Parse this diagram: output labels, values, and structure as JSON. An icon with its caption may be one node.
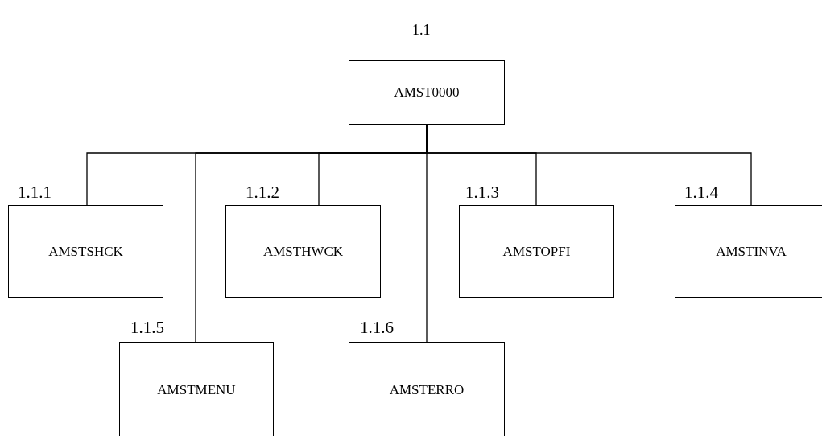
{
  "diagram": {
    "nodes": [
      {
        "text": [
          "AMST0000"
        ],
        "beside": [
          "1.1"
        ]
      },
      {
        "text": [
          "AMSTSHCK"
        ],
        "beside": [
          "1.1.1"
        ]
      },
      {
        "text": [
          "AMSTHWCK"
        ],
        "beside": [
          "1.1.2"
        ]
      },
      {
        "text": [
          "AMSTOPFI"
        ],
        "beside": [
          "1.1.3"
        ]
      },
      {
        "text": [
          "AMSTINVA"
        ],
        "beside": [
          "1.1.4"
        ]
      },
      {
        "text": [
          "AMSTMENU"
        ],
        "beside": [
          "1.1.5"
        ]
      },
      {
        "text": [
          "AMSTERRO"
        ],
        "beside": [
          "1.1.6"
        ]
      }
    ],
    "edges": [
      {
        "from": 0,
        "to": 1,
        "arrow": "none"
      },
      {
        "from": 0,
        "to": 2,
        "arrow": "none"
      },
      {
        "from": 0,
        "to": 3,
        "arrow": "none"
      },
      {
        "from": 0,
        "to": 4,
        "arrow": "none"
      },
      {
        "from": 0,
        "to": 5,
        "arrow": "none"
      },
      {
        "from": 0,
        "to": 6,
        "arrow": "none"
      }
    ]
  }
}
